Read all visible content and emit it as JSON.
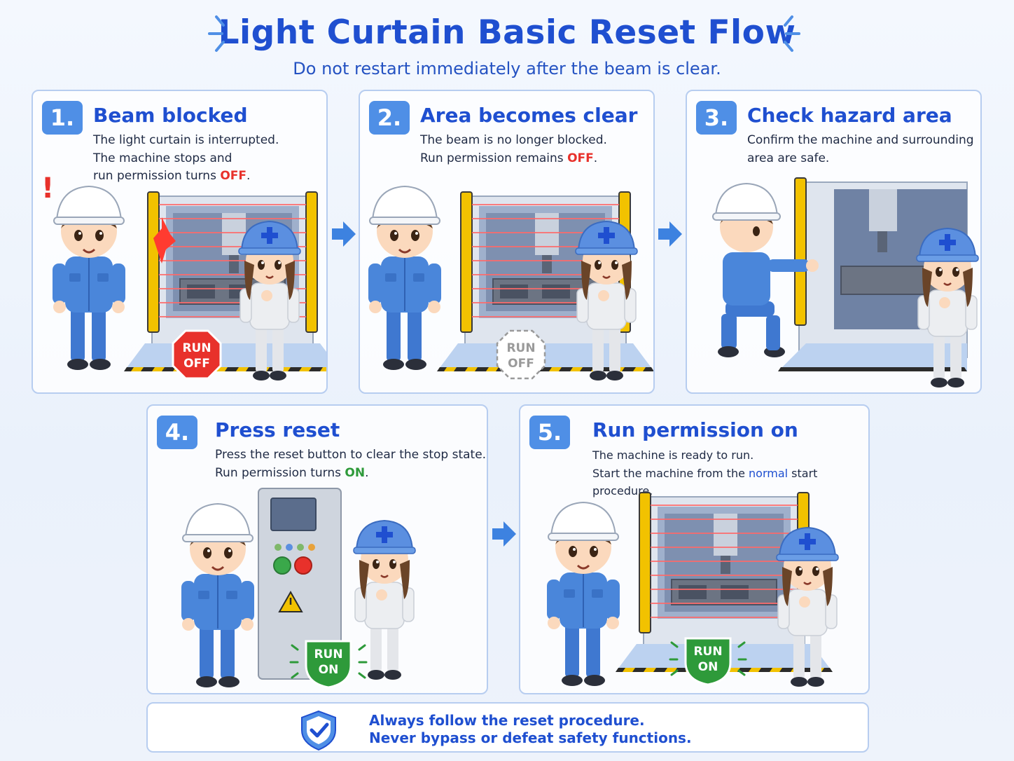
{
  "header": {
    "title": "Light Curtain Basic Reset Flow",
    "subtitle": "Do not restart immediately after the beam is clear."
  },
  "steps": [
    {
      "number": "1.",
      "title": "Beam blocked",
      "desc": [
        {
          "text": "The light curtain is interrupted."
        },
        {
          "text": "The machine stops and"
        },
        {
          "pre": "run permission turns ",
          "highlight": "OFF",
          "post": "."
        }
      ],
      "status_sign": [
        "RUN",
        "OFF"
      ],
      "alert_mark": "!"
    },
    {
      "number": "2.",
      "title": "Area becomes clear",
      "desc": [
        {
          "text": "The beam is no longer blocked."
        },
        {
          "pre": "Run permission remains ",
          "highlight": "OFF",
          "post": "."
        }
      ],
      "status_sign": [
        "RUN",
        "OFF"
      ]
    },
    {
      "number": "3.",
      "title": "Check hazard area",
      "desc": [
        {
          "text": "Confirm the machine and surrounding"
        },
        {
          "text": "area are safe."
        }
      ]
    },
    {
      "number": "4.",
      "title": "Press reset",
      "desc": [
        {
          "text": "Press the reset button to clear the stop state."
        },
        {
          "pre": "Run permission turns ",
          "highlight": "ON",
          "post": "."
        }
      ],
      "status_sign": [
        "RUN",
        "ON"
      ]
    },
    {
      "number": "5.",
      "title": "Run permission on",
      "desc": [
        {
          "text": "The machine is ready to run."
        },
        {
          "pre": "Start the machine from the ",
          "highlight": "normal",
          "post": " start procedure."
        }
      ],
      "status_sign": [
        "RUN",
        "ON"
      ]
    }
  ],
  "footer": {
    "line1": "Always follow the reset procedure.",
    "line2": "Never bypass or defeat safety functions."
  },
  "colors": {
    "title_blue": "#1f4fd0",
    "badge_blue": "#4f8fe6",
    "off_red": "#e8312b",
    "on_green": "#2e9a3a",
    "beam_red": "#ff6a6a",
    "curtain_yellow": "#f2c200"
  },
  "icons": [
    "sparkle-icon",
    "arrow-right-icon",
    "shield-check-icon",
    "warning-triangle-icon",
    "stop-sign-icon"
  ]
}
